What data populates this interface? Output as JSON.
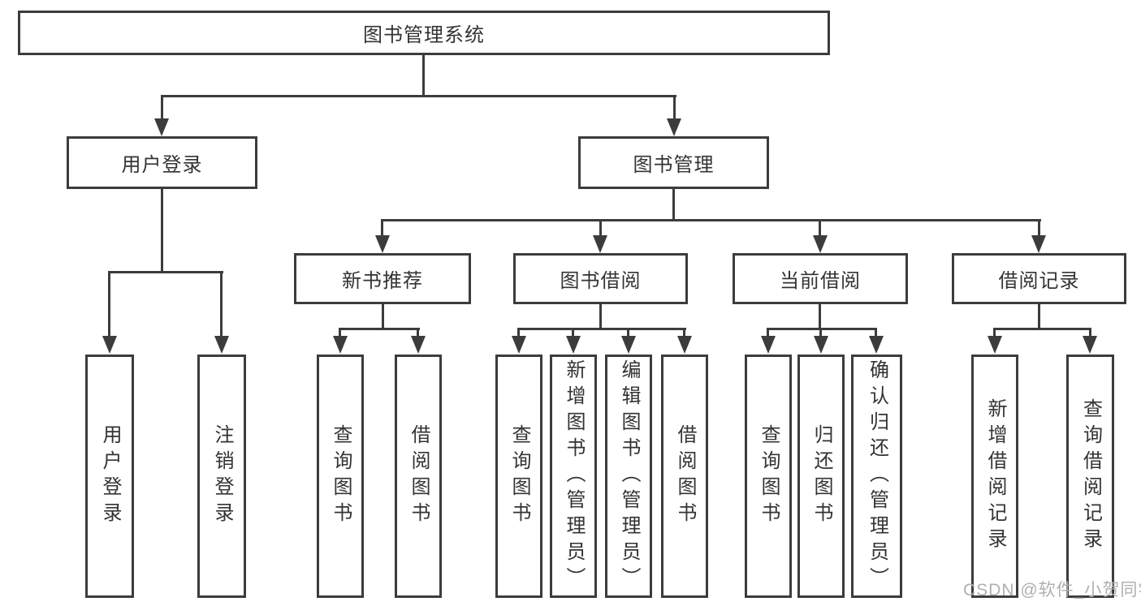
{
  "diagram": {
    "title": "图书管理系统",
    "groups": [
      {
        "label": "用户登录",
        "leaves": [
          "用户登录",
          "注销登录"
        ]
      },
      {
        "label": "图书管理",
        "sections": [
          {
            "label": "新书推荐",
            "leaves": [
              "查询图书",
              "借阅图书"
            ]
          },
          {
            "label": "图书借阅",
            "leaves": [
              "查询图书",
              "新增图书（管理员）",
              "编辑图书（管理员）",
              "借阅图书"
            ]
          },
          {
            "label": "当前借阅",
            "leaves": [
              "查询图书",
              "归还图书",
              "确认归还（管理员）"
            ]
          },
          {
            "label": "借阅记录",
            "leaves": [
              "新增借阅记录",
              "查询借阅记录"
            ]
          }
        ]
      }
    ]
  },
  "watermark": {
    "text": "CSDN @软件_小贺同学"
  },
  "colors": {
    "line": "#3c3c3c",
    "text": "#333333",
    "watermark": "#b0b0b0",
    "background": "#ffffff"
  }
}
